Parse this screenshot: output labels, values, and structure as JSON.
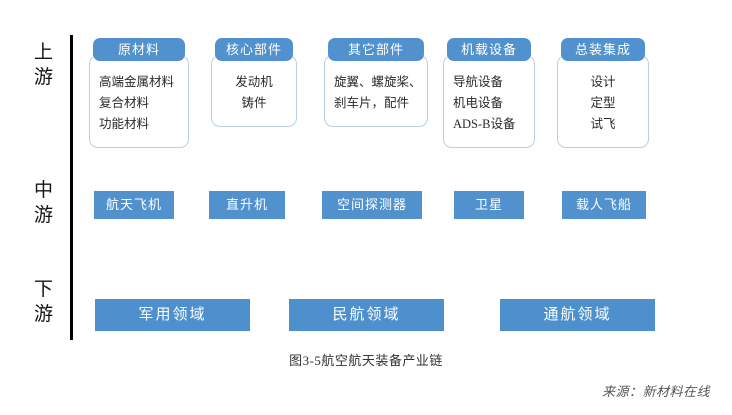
{
  "figure": {
    "caption": "图3-5航空航天装备产业链",
    "source": "来源：新材料在线",
    "accent_color": "#5191CE",
    "accent_color_downstream": "#4E90CD",
    "card_border_color": "#b9cfe3",
    "axis_color": "#000000"
  },
  "tiers": [
    {
      "name": "upstream",
      "label_line1": "上",
      "label_line2": "游"
    },
    {
      "name": "midstream",
      "label_line1": "中",
      "label_line2": "游"
    },
    {
      "name": "downstream",
      "label_line1": "下",
      "label_line2": "游"
    }
  ],
  "upstream": {
    "cards": [
      {
        "title": "原材料",
        "items": [
          "高端金属材料",
          "复合材料",
          "功能材料"
        ],
        "align": "left"
      },
      {
        "title": "核心部件",
        "items": [
          "发动机",
          "铸件"
        ],
        "align": "center"
      },
      {
        "title": "其它部件",
        "items": [
          "旋翼、螺旋桨、",
          "刹车片，配件"
        ],
        "align": "left"
      },
      {
        "title": "机载设备",
        "items": [
          "导航设备",
          "机电设备",
          "ADS-B设备"
        ],
        "align": "left"
      },
      {
        "title": "总装集成",
        "items": [
          "设计",
          "定型",
          "试飞"
        ],
        "align": "center"
      }
    ]
  },
  "midstream": {
    "boxes": [
      "航天飞机",
      "直升机",
      "空间探测器",
      "卫星",
      "载人飞船"
    ]
  },
  "downstream": {
    "boxes": [
      "军用领域",
      "民航领域",
      "通航领域"
    ]
  }
}
